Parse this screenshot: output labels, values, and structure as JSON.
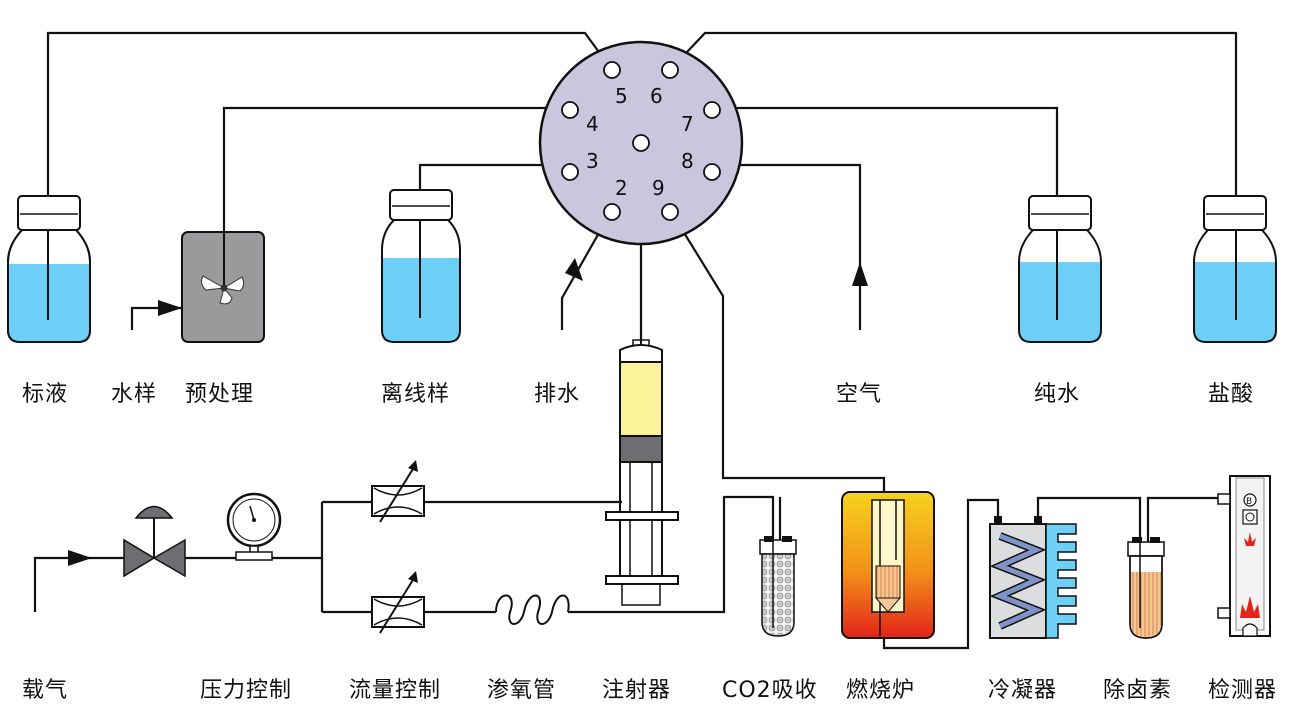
{
  "valve": {
    "ports": [
      "2",
      "3",
      "4",
      "5",
      "6",
      "7",
      "8",
      "9"
    ]
  },
  "top_labels": {
    "standard": "标液",
    "water_sample": "水样",
    "pretreatment": "预处理",
    "offline_sample": "离线样",
    "drain": "排水",
    "air": "空气",
    "pure_water": "纯水",
    "hcl": "盐酸"
  },
  "bottom_labels": {
    "carrier_gas": "载气",
    "pressure_control": "压力控制",
    "flow_control": "流量控制",
    "permeation_tube": "渗氧管",
    "syringe": "注射器",
    "co2_absorb": "CO2吸收",
    "furnace": "燃烧炉",
    "condenser": "冷凝器",
    "halogen_removal": "除卤素",
    "detector": "检测器"
  },
  "detector_letters": {
    "b": "B"
  },
  "colors": {
    "liquid": "#6dcff6",
    "valve_body": "#c9c7de",
    "syringe_fluid": "#fbf39a",
    "pretreat": "#9a9a9c",
    "coil": "#7f93c8",
    "fins": "#6dcff6"
  }
}
